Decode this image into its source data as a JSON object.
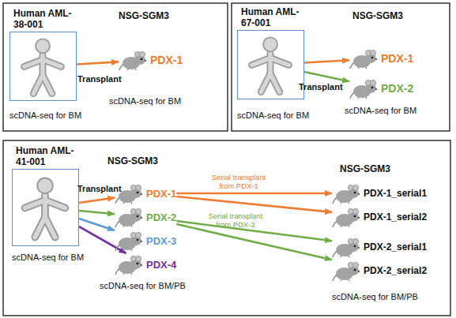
{
  "diagram": {
    "nodes": [
      {
        "text": [
          "Human AML-38-001",
          "scDNA-seq for BM"
        ]
      },
      {
        "text": [
          "PDX-1"
        ]
      },
      {
        "text": [
          "Human AML-67-001",
          "scDNA-seq for BM"
        ]
      },
      {
        "text": [
          "PDX-1"
        ]
      },
      {
        "text": [
          "PDX-2"
        ]
      },
      {
        "text": [
          "Human AML-41-001",
          "scDNA-seq for BM"
        ]
      },
      {
        "text": [
          "PDX-1"
        ]
      },
      {
        "text": [
          "PDX-2"
        ]
      },
      {
        "text": [
          "PDX-3"
        ]
      },
      {
        "text": [
          "PDX-4"
        ]
      },
      {
        "text": [
          "PDX-1_serial1"
        ]
      },
      {
        "text": [
          "PDX-1_serial2"
        ]
      },
      {
        "text": [
          "PDX-2_serial1"
        ]
      },
      {
        "text": [
          "PDX-2_serial2"
        ]
      }
    ],
    "edges": [
      {
        "from": 0,
        "to": 1,
        "arrow": "to",
        "label": "Transplant"
      },
      {
        "from": 2,
        "to": 3,
        "arrow": "to",
        "label": "Transplant"
      },
      {
        "from": 2,
        "to": 4,
        "arrow": "to"
      },
      {
        "from": 5,
        "to": 6,
        "arrow": "to",
        "label": "Transplant"
      },
      {
        "from": 5,
        "to": 7,
        "arrow": "to"
      },
      {
        "from": 5,
        "to": 8,
        "arrow": "to"
      },
      {
        "from": 5,
        "to": 9,
        "arrow": "to"
      },
      {
        "from": 6,
        "to": 10,
        "arrow": "to",
        "label": "Serial transplant from PDX-1"
      },
      {
        "from": 6,
        "to": 11,
        "arrow": "to"
      },
      {
        "from": 7,
        "to": 12,
        "arrow": "to",
        "label": "Serial transplant from PDX-2"
      },
      {
        "from": 7,
        "to": 13,
        "arrow": "to"
      }
    ],
    "labels": [
      "NSG-SGM3",
      "scDNA-seq for BM",
      "NSG-SGM3",
      "scDNA-seq for BM",
      "NSG-SGM3",
      "scDNA-seq for BM/PB",
      "NSG-SGM3",
      "scDNA-seq for BM/PB"
    ]
  }
}
